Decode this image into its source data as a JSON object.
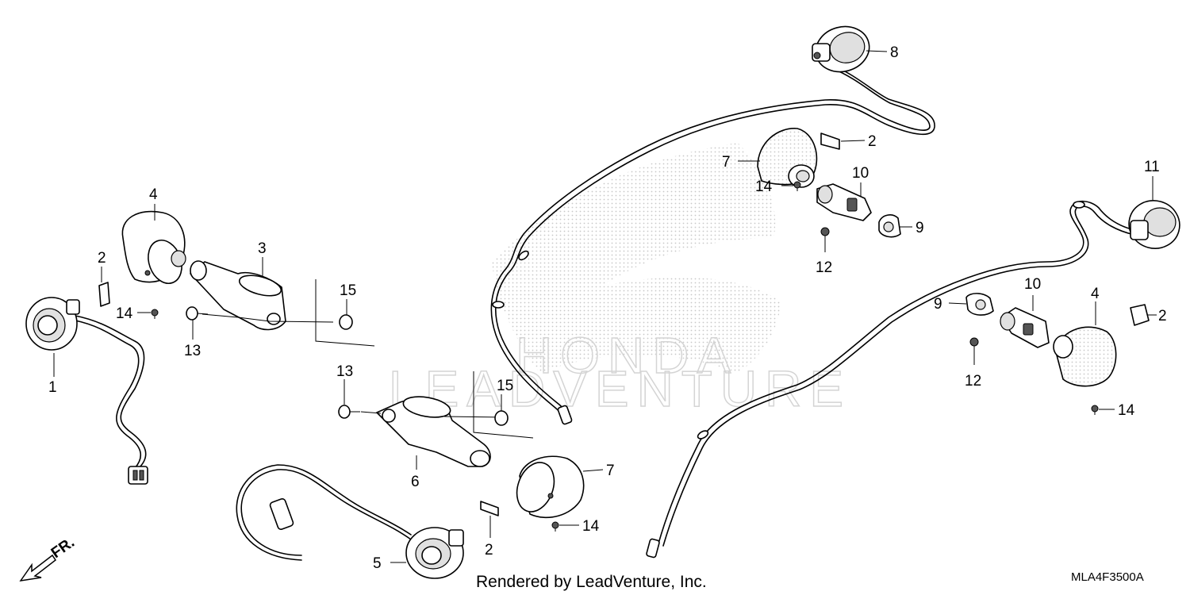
{
  "watermark": {
    "brand": "HONDA",
    "company": "LEADVENTURE"
  },
  "callouts": {
    "c1": "1",
    "c2a": "2",
    "c2b": "2",
    "c2c": "2",
    "c2d": "2",
    "c3": "3",
    "c4a": "4",
    "c4b": "4",
    "c5": "5",
    "c6": "6",
    "c7a": "7",
    "c7b": "7",
    "c8": "8",
    "c9a": "9",
    "c9b": "9",
    "c10a": "10",
    "c10b": "10",
    "c11": "11",
    "c12a": "12",
    "c12b": "12",
    "c13a": "13",
    "c13b": "13",
    "c14a": "14",
    "c14b": "14",
    "c14c": "14",
    "c14d": "14",
    "c15a": "15",
    "c15b": "15"
  },
  "direction_label": "FR.",
  "footer": {
    "rendered_by": "Rendered by LeadVenture, Inc.",
    "diagram_code": "MLA4F3500A"
  }
}
